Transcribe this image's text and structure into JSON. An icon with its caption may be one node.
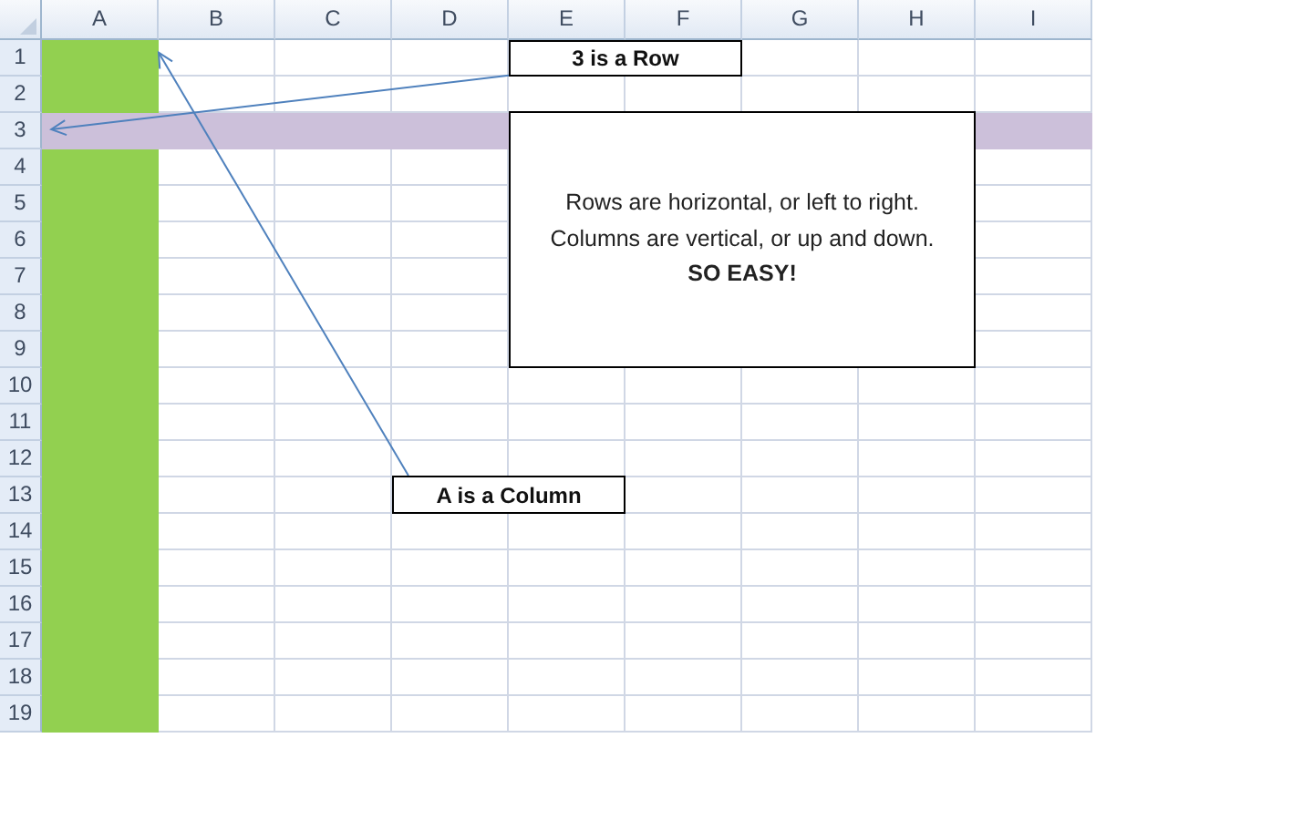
{
  "diagram": {
    "nodes": [
      {
        "text": [],
        "shape": "bar"
      },
      {
        "text": [
          "3 is a Row"
        ]
      },
      {
        "text": [],
        "shape": "bar"
      },
      {
        "text": [
          "Rows are horizontal, or left to right.",
          "Columns are vertical, or up and down.",
          "SO EASY!"
        ]
      },
      {
        "text": [
          "A is a Column"
        ]
      }
    ],
    "edges": [
      {
        "from": 1,
        "to": 2,
        "arrow": "to"
      },
      {
        "from": 4,
        "to": 0,
        "arrow": "to"
      }
    ],
    "labels": [
      "A",
      "B",
      "C",
      "D",
      "E",
      "F",
      "G",
      "H",
      "I",
      "1",
      "2",
      "3",
      "4",
      "5",
      "6",
      "7",
      "8",
      "9",
      "10",
      "11",
      "12",
      "13",
      "14",
      "15",
      "16",
      "17",
      "18",
      "19"
    ]
  }
}
